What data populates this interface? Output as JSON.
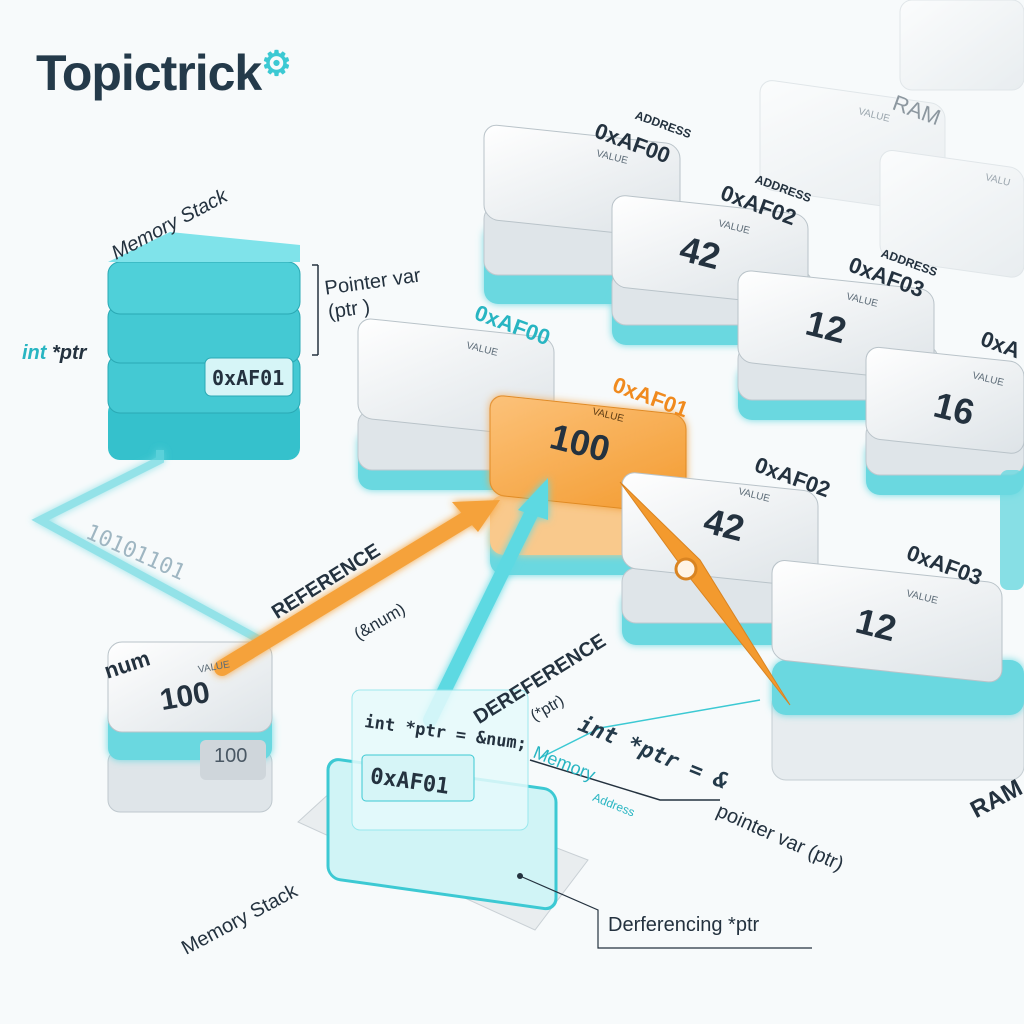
{
  "brand": {
    "name": "Topictrick"
  },
  "stack": {
    "title": "Memory Stack",
    "pointer_label_line1": "Pointer var",
    "pointer_label_line2": "(ptr )",
    "type_keyword": "int",
    "type_rest": " *ptr",
    "slot_value": "0xAF01",
    "bits": "10101101"
  },
  "num": {
    "name": "num",
    "value_caption": "VALUE",
    "value": "100",
    "lower_value": "100"
  },
  "reference": {
    "label": "REFERENCE",
    "sub": "(&num)"
  },
  "dereference": {
    "label": "DEREFERENCE",
    "sub": "(*ptr)"
  },
  "decl_card": {
    "code": "int *ptr = &num;",
    "value": "0xAF01"
  },
  "bottom_stack": {
    "label": "Memory Stack",
    "callout": "Derferencing *ptr"
  },
  "annotation": {
    "code": "int *ptr = &",
    "memory": "Memory",
    "address": "Address",
    "pointer_var": "pointer var (ptr)"
  },
  "ram": {
    "label": "RAM",
    "front_row": [
      {
        "address": "0xAF00",
        "caption": "VALUE",
        "value": ""
      },
      {
        "address": "0xAF01",
        "caption": "VALUE",
        "value": "100",
        "highlight": true
      },
      {
        "address": "0xAF02",
        "caption": "VALUE",
        "value": "42"
      },
      {
        "address": "0xAF03",
        "caption": "VALUE",
        "value": "12"
      }
    ],
    "middle_row": [
      {
        "address_caption": "ADDRESS",
        "address": "0xAF00",
        "caption": "VALUE",
        "value": ""
      },
      {
        "address_caption": "ADDRESS",
        "address": "0xAF02",
        "caption": "VALUE",
        "value": "42"
      },
      {
        "address_caption": "ADDRESS",
        "address": "0xAF03",
        "caption": "VALUE",
        "value": "12"
      },
      {
        "address": "0xA",
        "caption": "VALUE",
        "value": "16"
      }
    ],
    "back_row": [
      {
        "label": "RAM",
        "caption": "VALUE"
      },
      {
        "caption": "VALUE"
      },
      {
        "caption": "VALU"
      }
    ]
  },
  "colors": {
    "teal": "#3cc9d3",
    "orange": "#f5a23a",
    "dark": "#24323f",
    "teal_text": "#28b5c2"
  }
}
